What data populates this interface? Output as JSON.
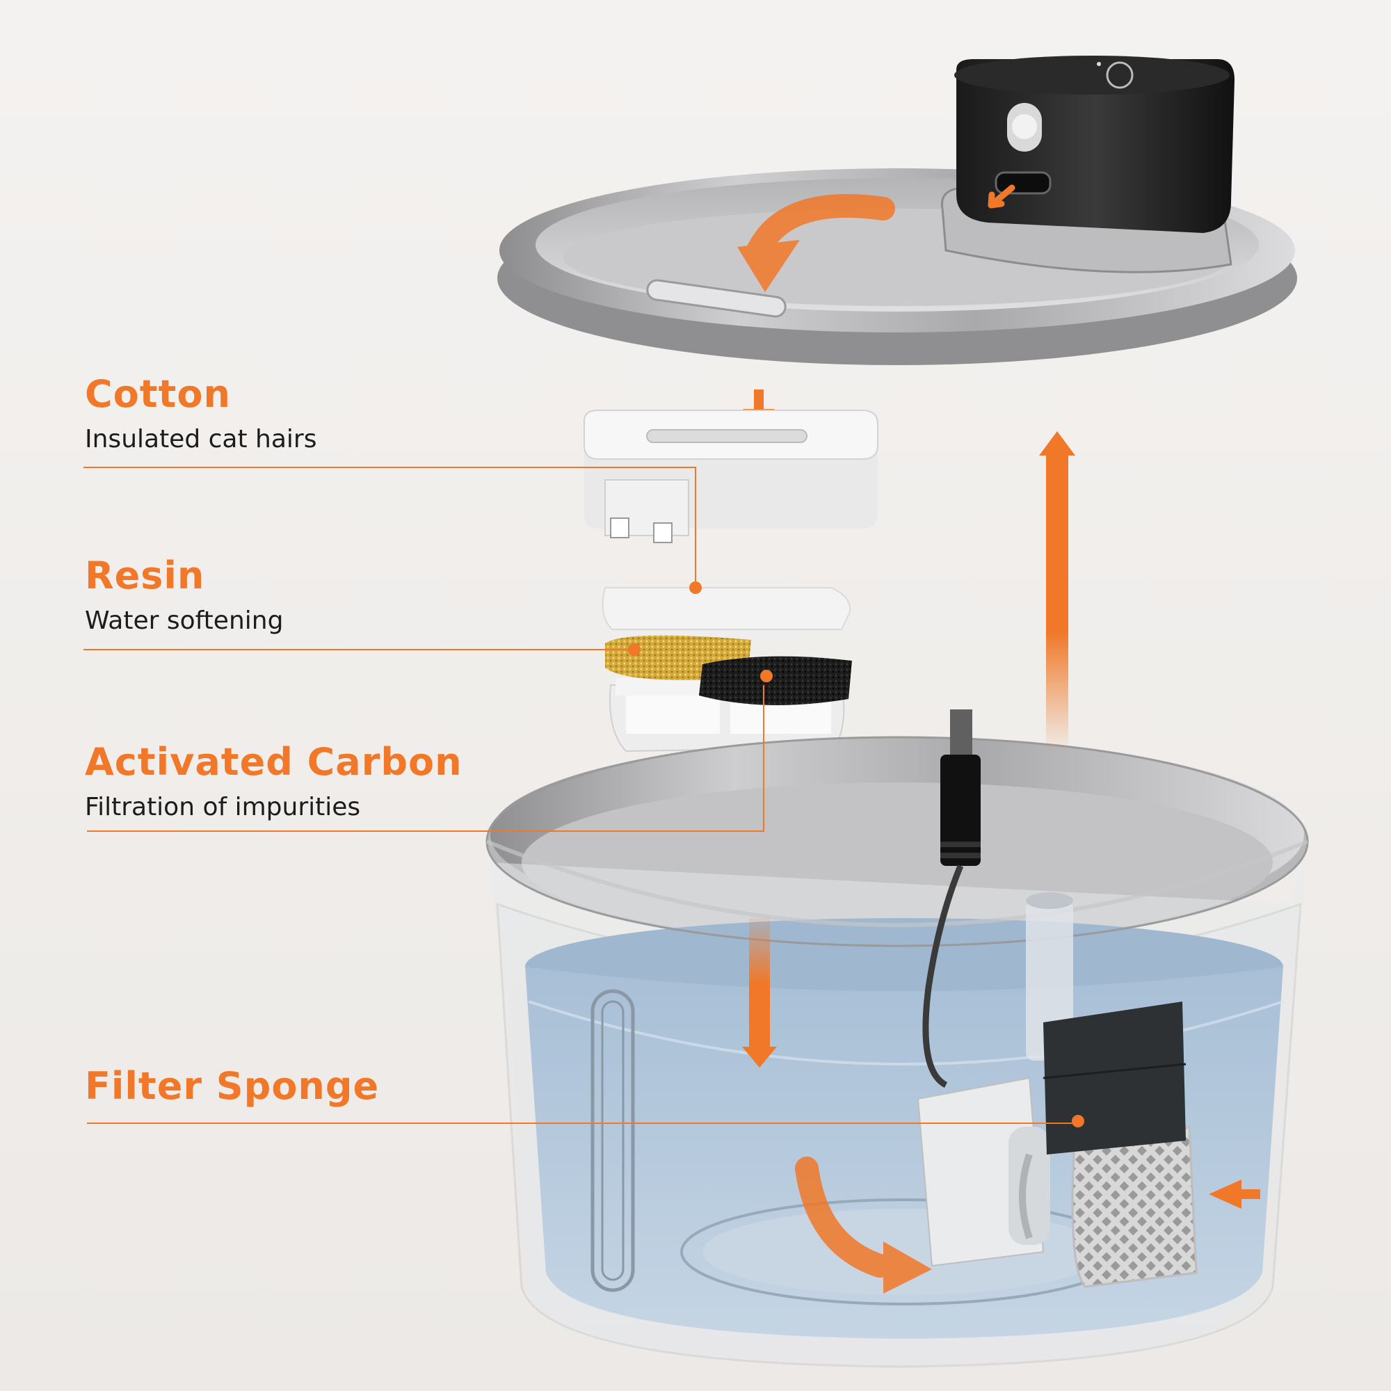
{
  "accent_color": "#f07828",
  "labels": {
    "cotton": {
      "title": "Cotton",
      "desc": "Insulated  cat hairs"
    },
    "resin": {
      "title": "Resin",
      "desc": "Water softening"
    },
    "carbon": {
      "title": "Activated Carbon",
      "desc": "Filtration of impurities"
    },
    "sponge": {
      "title": "Filter Sponge"
    }
  },
  "icons": [
    "flow-arrow-icon",
    "power-plug-icon",
    "usb-port-icon",
    "sensor-icon"
  ]
}
